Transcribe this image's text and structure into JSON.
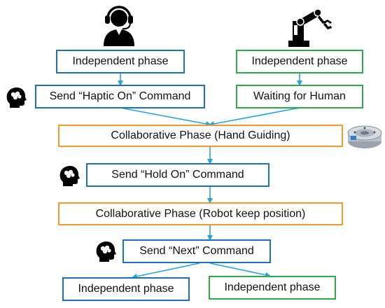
{
  "colors": {
    "human_box": "#1f6fb5",
    "robot_box": "#2ea84a",
    "collab_box": "#f29a2e",
    "arrow": "#29a3df"
  },
  "icons": {
    "operator": "operator-headset-icon",
    "robot": "robot-arm-icon",
    "brain": "brain-head-icon",
    "sensor": "force-torque-sensor-icon"
  },
  "nodes": {
    "human_independent": "Independent phase",
    "robot_independent": "Independent phase",
    "send_haptic_on": "Send “Haptic On” Command",
    "waiting_for_human": "Waiting for Human",
    "collab_hand_guiding": "Collaborative Phase (Hand Guiding)",
    "send_hold_on": "Send “Hold On” Command",
    "collab_robot_keep": "Collaborative Phase (Robot keep position)",
    "send_next": "Send “Next” Command",
    "final_human_independent": "Independent phase",
    "final_robot_independent": "Independent phase"
  }
}
